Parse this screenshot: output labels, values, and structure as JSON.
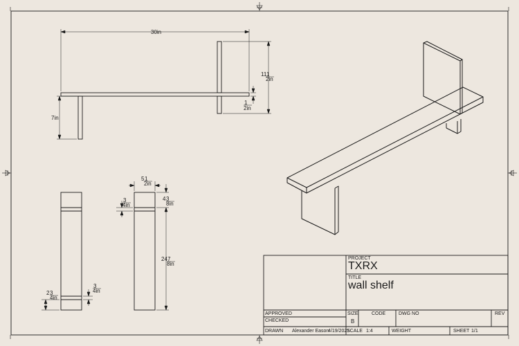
{
  "dimensions": {
    "overall_length": "30in",
    "bracket_height": "7in",
    "upright_height_int": "11",
    "upright_height_frac": "1",
    "upright_height_den": "2in",
    "gap_num": "1",
    "gap_den": "2in",
    "width_int": "5",
    "width_num": "1",
    "width_den": "2in",
    "top_int": "4",
    "top_num": "3",
    "top_den": "8in",
    "side_int": "24",
    "side_num": "7",
    "side_den": "8in",
    "thk_left_num": "3",
    "thk_left_den": "4in",
    "bottom_int": "2",
    "bottom_num": "3",
    "bottom_den": "4in",
    "thk_right_num": "3",
    "thk_right_den": "4in"
  },
  "title_block": {
    "project_label": "PROJECT",
    "project_value": "TXRX",
    "title_label": "TITLE",
    "title_value": "wall shelf",
    "approved_label": "APPROVED",
    "checked_label": "CHECKED",
    "drawn_label": "DRAWN",
    "drawn_by": "Alexander Eason",
    "drawn_date": "4/19/2025",
    "scale_label": "SCALE",
    "scale_value": "1:4",
    "size_label": "SIZE",
    "size_value": "B",
    "code_label": "CODE",
    "dwg_label": "DWG NO",
    "rev_label": "REV",
    "weight_label": "WEIGHT",
    "sheet_label": "SHEET",
    "sheet_value": "1/1"
  },
  "colors": {
    "paper": "#ede7df",
    "ink": "#1a1a1a"
  }
}
